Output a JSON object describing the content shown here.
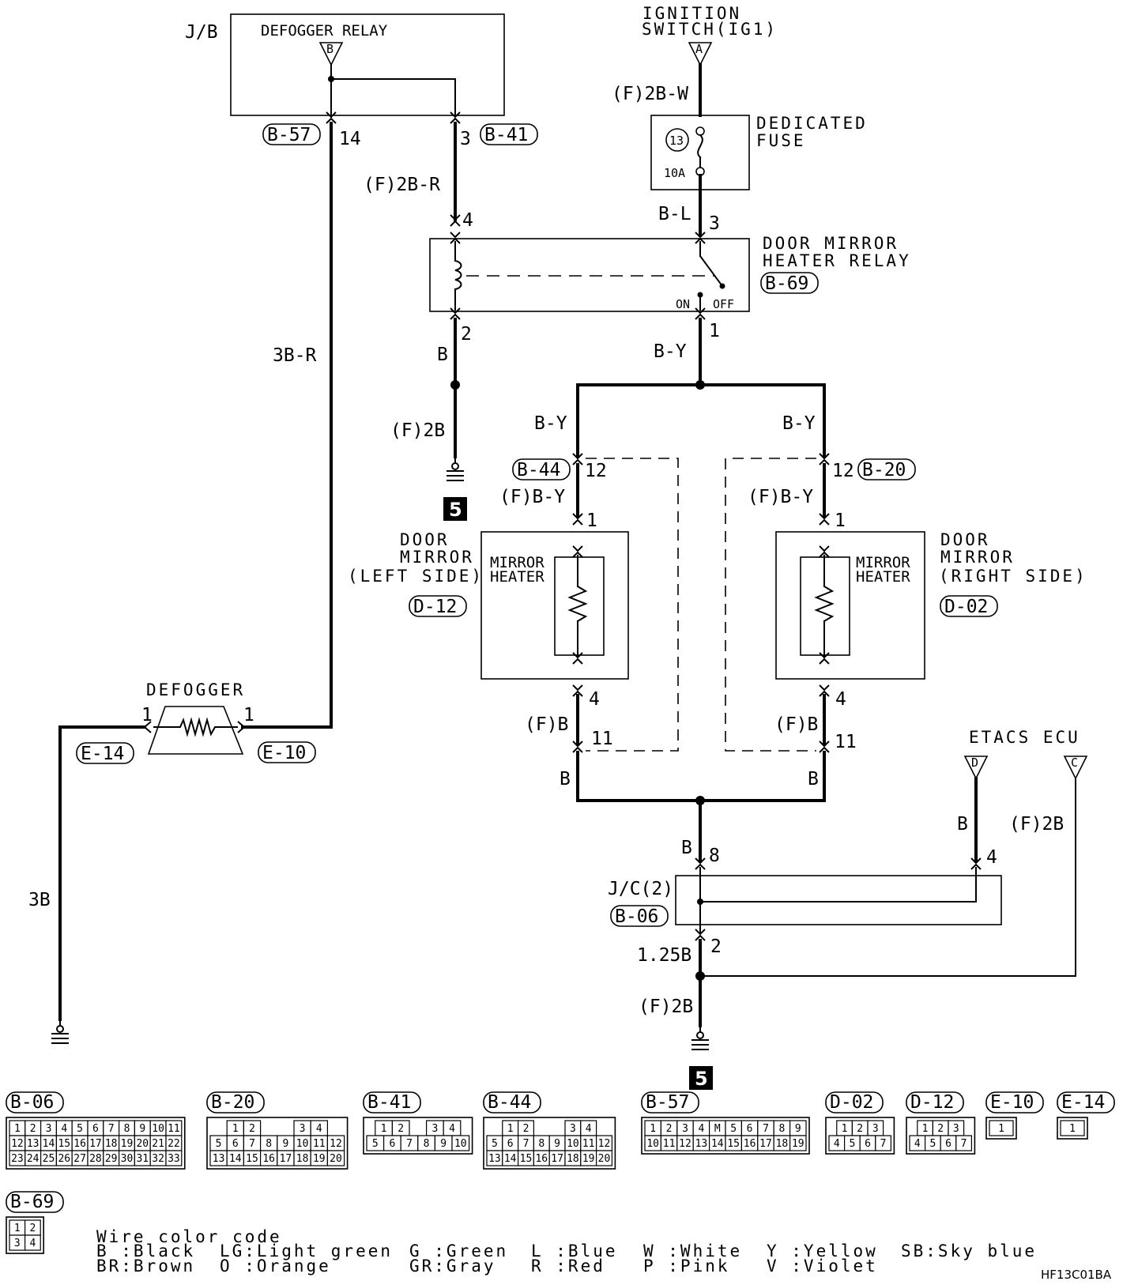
{
  "components": {
    "jb": "J/B",
    "defogger_relay": "DEFOGGER RELAY",
    "ignition_1": "IGNITION",
    "ignition_2": "SWITCH(IG1)",
    "fuse_1": "DEDICATED",
    "fuse_2": "FUSE",
    "fuse_no": "13",
    "fuse_amp": "10A",
    "mirror_relay_1": "DOOR MIRROR",
    "mirror_relay_2": "HEATER RELAY",
    "relay_on": "ON",
    "relay_off": "OFF",
    "left_mirror_1": "DOOR",
    "left_mirror_2": "MIRROR",
    "left_mirror_3": "(LEFT SIDE)",
    "right_mirror_1": "DOOR",
    "right_mirror_2": "MIRROR",
    "right_mirror_3": "(RIGHT SIDE)",
    "heater_1": "MIRROR",
    "heater_2": "HEATER",
    "defogger": "DEFOGGER",
    "etacs": "ETACS ECU",
    "jc": "J/C(2)",
    "ground_no": "5",
    "term_b": "B",
    "term_a": "A",
    "term_d": "D",
    "term_c": "C"
  },
  "connectors": {
    "b57": "B-57",
    "b41": "B-41",
    "b69": "B-69",
    "b44": "B-44",
    "b20": "B-20",
    "d12": "D-12",
    "d02": "D-02",
    "e14": "E-14",
    "e10": "E-10",
    "b06": "B-06"
  },
  "wires": {
    "f2bw": "(F)2B-W",
    "bl": "B-L",
    "f2br": "(F)2B-R",
    "b": "B",
    "f2b": "(F)2B",
    "by": "B-Y",
    "fby": "(F)B-Y",
    "fb": "(F)B",
    "b3r": "3B-R",
    "b3": "3B",
    "b125": "1.25B"
  },
  "pins": {
    "p14": "14",
    "p3": "3",
    "p4": "4",
    "p2": "2",
    "p1": "1",
    "p12": "12",
    "p11": "11",
    "p8": "8"
  },
  "connector_views": [
    {
      "label": "B-06",
      "rows": [
        [
          "1",
          "2",
          "3",
          "4",
          "5",
          "6",
          "7",
          "8",
          "9",
          "10",
          "11"
        ],
        [
          "12",
          "13",
          "14",
          "15",
          "16",
          "17",
          "18",
          "19",
          "20",
          "21",
          "22"
        ],
        [
          "23",
          "24",
          "25",
          "26",
          "27",
          "28",
          "29",
          "30",
          "31",
          "32",
          "33"
        ]
      ]
    },
    {
      "label": "B-20",
      "rows": [
        [
          "",
          "1",
          "2",
          "",
          "",
          "3",
          "4",
          ""
        ],
        [
          "5",
          "6",
          "7",
          "8",
          "9",
          "10",
          "11",
          "12"
        ],
        [
          "13",
          "14",
          "15",
          "16",
          "17",
          "18",
          "19",
          "20"
        ]
      ]
    },
    {
      "label": "B-41",
      "rows": [
        [
          "1",
          "2",
          "",
          "3",
          "4"
        ],
        [
          "5",
          "6",
          "7",
          "8",
          "9",
          "10"
        ]
      ]
    },
    {
      "label": "B-44",
      "rows": [
        [
          "",
          "1",
          "2",
          "",
          "",
          "3",
          "4",
          ""
        ],
        [
          "5",
          "6",
          "7",
          "8",
          "9",
          "10",
          "11",
          "12"
        ],
        [
          "13",
          "14",
          "15",
          "16",
          "17",
          "18",
          "19",
          "20"
        ]
      ]
    },
    {
      "label": "B-57",
      "rows": [
        [
          "1",
          "2",
          "3",
          "4",
          "M",
          "5",
          "6",
          "7",
          "8",
          "9"
        ],
        [
          "10",
          "11",
          "12",
          "13",
          "14",
          "15",
          "16",
          "17",
          "18",
          "19"
        ]
      ]
    },
    {
      "label": "D-02",
      "rows": [
        [
          "1",
          "2",
          "3"
        ],
        [
          "4",
          "5",
          "6",
          "7"
        ]
      ]
    },
    {
      "label": "D-12",
      "rows": [
        [
          "1",
          "2",
          "3"
        ],
        [
          "4",
          "5",
          "6",
          "7"
        ]
      ]
    },
    {
      "label": "E-10",
      "rows": [
        [
          "1"
        ]
      ]
    },
    {
      "label": "E-14",
      "rows": [
        [
          "1"
        ]
      ]
    },
    {
      "label": "B-69",
      "rows": [
        [
          "1",
          "2"
        ],
        [
          "3",
          "4"
        ]
      ]
    }
  ],
  "color_code": {
    "title": "Wire color code",
    "entries": [
      [
        "B :Black",
        "BR:Brown"
      ],
      [
        "LG:Light green",
        "O :Orange"
      ],
      [
        "G :Green",
        "GR:Gray"
      ],
      [
        "L :Blue",
        "R :Red"
      ],
      [
        "W :White",
        "P :Pink"
      ],
      [
        "Y :Yellow",
        "V :Violet"
      ],
      [
        "SB:Sky blue",
        ""
      ]
    ]
  },
  "figure_code": "HF13C01BA"
}
